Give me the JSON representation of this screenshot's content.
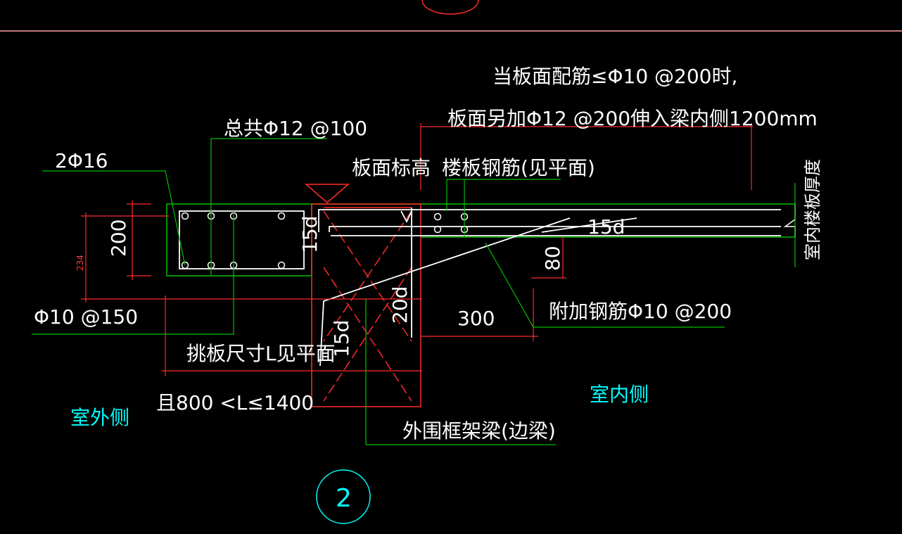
{
  "colors": {
    "background": "#000000",
    "dim_line": "#ff3b3b",
    "leader": "#00c000",
    "rebar": "#ffffff",
    "text_white": "#ffffff",
    "text_cyan": "#00ffff",
    "grid_line": "#ff7f7f"
  },
  "notes": {
    "line1": "当板面配筋≤Φ10 @200时,",
    "line2": "板面另加Φ12 @200伸入梁内侧1200mm"
  },
  "labels": {
    "total_rebar": "总共Φ12 @100",
    "two_phi16": "2Φ16",
    "slab_elev": "板面标高",
    "slab_rebar": "楼板钢筋(见平面)",
    "indoor_slab_thickness": "室内楼板厚度",
    "phi10_150": "Φ10 @150",
    "extra_rebar": "附加钢筋Φ10 @200",
    "cantilever_size": "挑板尺寸L见平面",
    "range": "且800 <L≤1400",
    "outdoor": "室外侧",
    "indoor": "室内侧",
    "edge_beam": "外围框架梁(边梁)",
    "detail_no": "2"
  },
  "dims": {
    "d200": "200",
    "d234": "234",
    "d15d_a": "15d",
    "d15d_b": "15d",
    "d15d_c": "15d",
    "d20d": "20d",
    "d300": "300",
    "d80": "80"
  }
}
